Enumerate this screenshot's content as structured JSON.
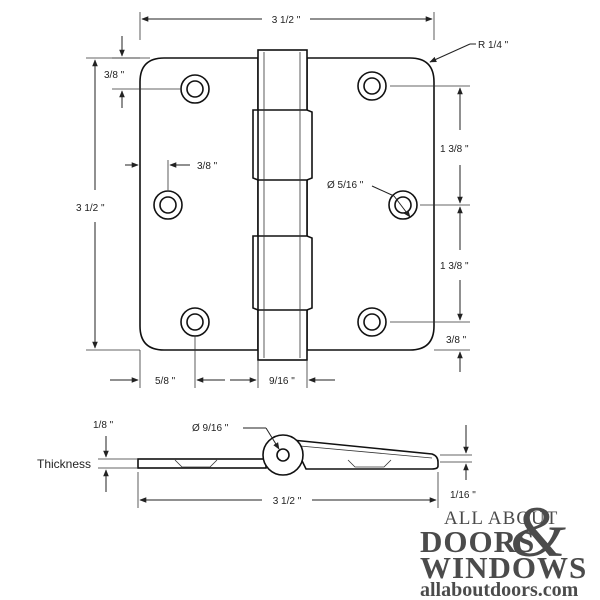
{
  "drawing": {
    "top_width": "3 1/2 \"",
    "corner_radius": "R 1/4 \"",
    "top_hole_offset": "3/8 \"",
    "left_height": "3 1/2 \"",
    "hole_edge_offset": "3/8 \"",
    "hole_diameter": "Ø 5/16 \"",
    "hole_spacing_upper": "1 3/8 \"",
    "hole_spacing_lower": "1 3/8 \"",
    "bottom_hole_offset": "3/8 \"",
    "left_edge_to_hole": "5/8 \"",
    "knuckle_width": "9/16 \"",
    "side_height": "1/8 \"",
    "thickness_label": "Thickness",
    "pin_diameter": "Ø 9/16 \"",
    "leaf_thickness": "1/16 \"",
    "side_width": "3 1/2 \""
  },
  "brand": {
    "line1": "ALL ABOUT",
    "line2": "DOORS",
    "line3": "WINDOWS",
    "ampersand": "&",
    "url": "allaboutdoors.com",
    "color": "#4b4b4b"
  }
}
